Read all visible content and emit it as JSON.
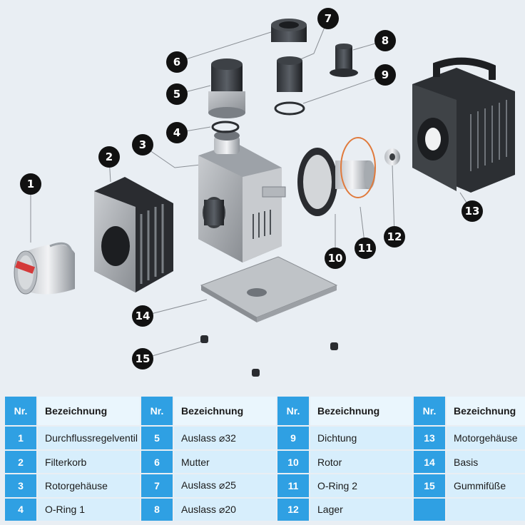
{
  "labels": [
    {
      "n": "1",
      "name": "Durchflussregelventil"
    },
    {
      "n": "2",
      "name": "Filterkorb"
    },
    {
      "n": "3",
      "name": "Rotorgehäuse"
    },
    {
      "n": "4",
      "name": "O-Ring 1"
    },
    {
      "n": "5",
      "name": "Auslass ⌀32"
    },
    {
      "n": "6",
      "name": "Mutter"
    },
    {
      "n": "7",
      "name": "Auslass ⌀25"
    },
    {
      "n": "8",
      "name": "Auslass ⌀20"
    },
    {
      "n": "9",
      "name": "Dichtung"
    },
    {
      "n": "10",
      "name": "Rotor"
    },
    {
      "n": "11",
      "name": "O-Ring 2"
    },
    {
      "n": "12",
      "name": "Lager"
    },
    {
      "n": "13",
      "name": "Motorgehäuse"
    },
    {
      "n": "14",
      "name": "Basis"
    },
    {
      "n": "15",
      "name": "Gummifüße"
    }
  ],
  "table": {
    "header_nr": "Nr.",
    "header_desc": "Bezeichnung",
    "columns": [
      [
        {
          "n": "1",
          "name": "Durchflussregelventil"
        },
        {
          "n": "2",
          "name": "Filterkorb"
        },
        {
          "n": "3",
          "name": "Rotorgehäuse"
        },
        {
          "n": "4",
          "name": "O-Ring 1"
        }
      ],
      [
        {
          "n": "5",
          "name": "Auslass ⌀32"
        },
        {
          "n": "6",
          "name": "Mutter"
        },
        {
          "n": "7",
          "name": "Auslass ⌀25"
        },
        {
          "n": "8",
          "name": "Auslass ⌀20"
        }
      ],
      [
        {
          "n": "9",
          "name": "Dichtung"
        },
        {
          "n": "10",
          "name": "Rotor"
        },
        {
          "n": "11",
          "name": "O-Ring 2"
        },
        {
          "n": "12",
          "name": "Lager"
        }
      ],
      [
        {
          "n": "13",
          "name": "Motorgehäuse"
        },
        {
          "n": "14",
          "name": "Basis"
        },
        {
          "n": "15",
          "name": "Gummifüße"
        },
        {
          "n": "",
          "name": ""
        }
      ]
    ]
  },
  "colors": {
    "accent": "#2fa0e3",
    "row_bg": "#d7eefc",
    "header_bg": "#eaf6fd",
    "badge": "#111111",
    "oring_orange": "#e07a3c"
  }
}
